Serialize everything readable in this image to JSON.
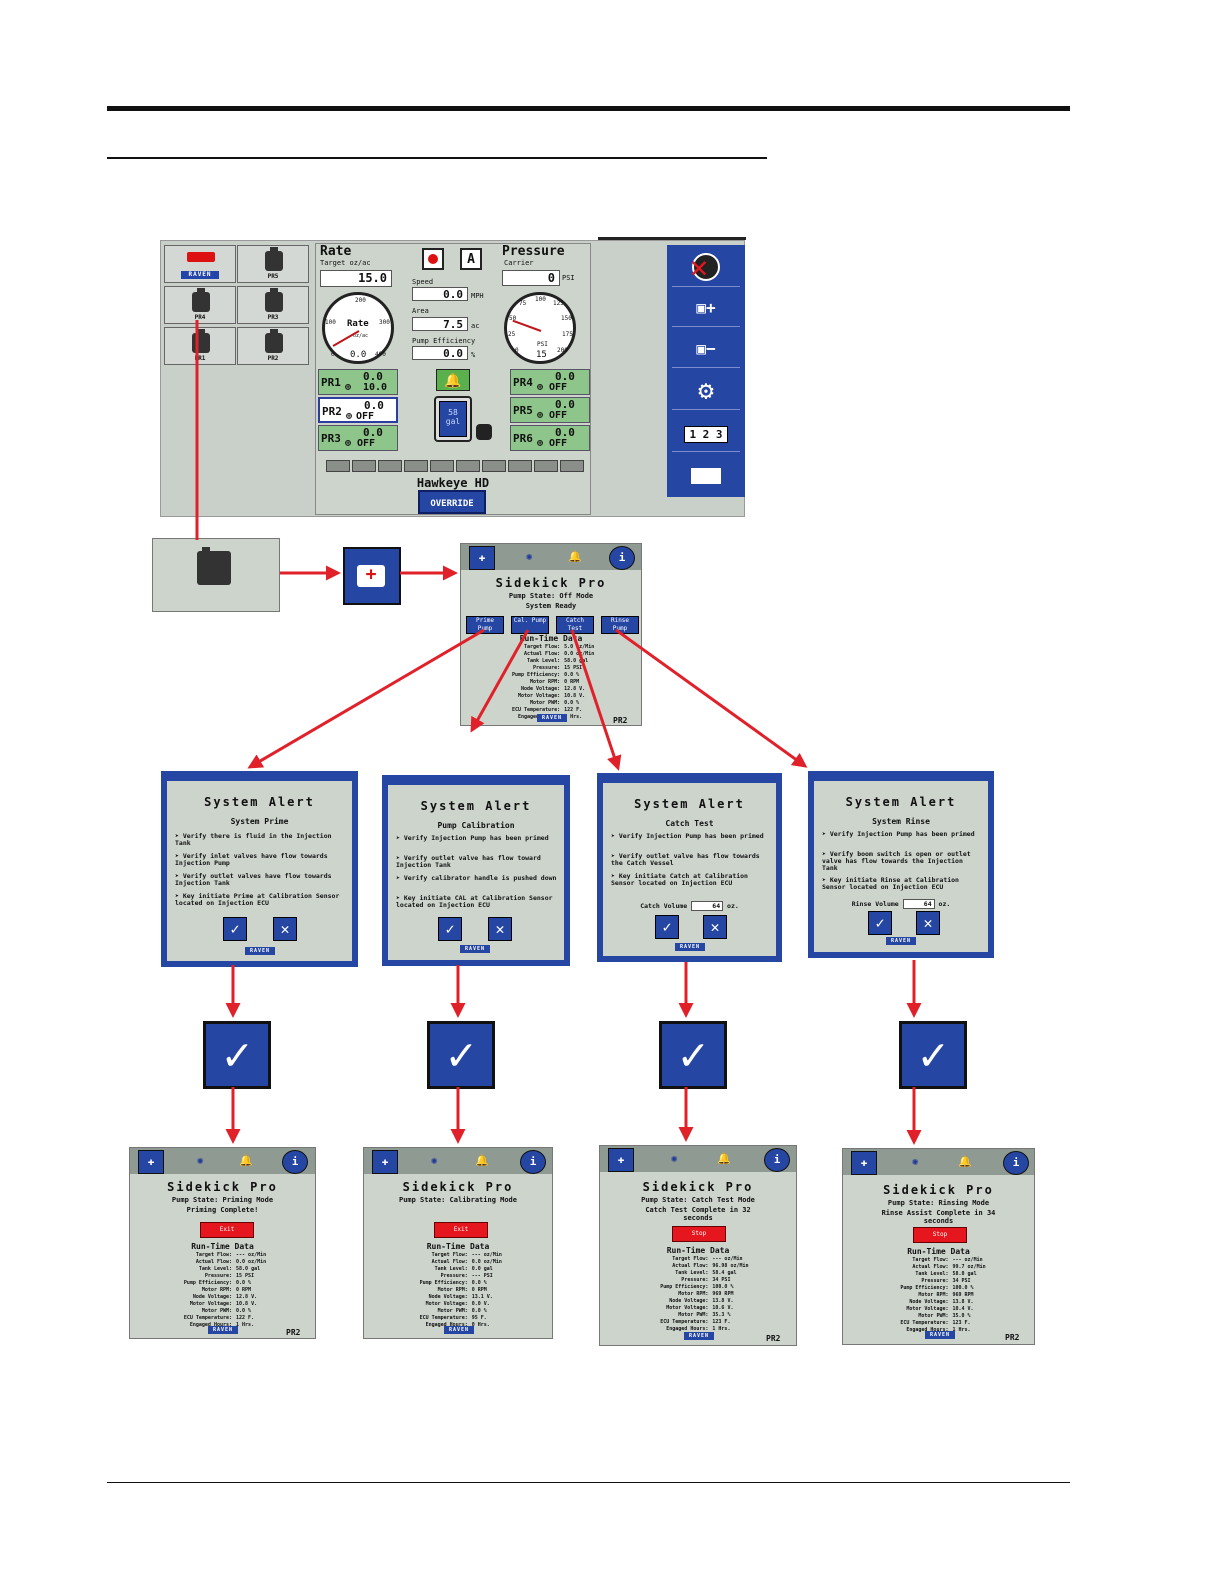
{
  "main_screen": {
    "products": [
      {
        "label": "RAVEN"
      },
      {
        "label": "PR5"
      },
      {
        "label": "PR4"
      },
      {
        "label": "PR3"
      },
      {
        "label": "PR1"
      },
      {
        "label": "PR2"
      }
    ],
    "rate": {
      "title": "Rate",
      "target_label": "Target  oz/ac",
      "target_value": "15.0",
      "gauge_ticks": [
        "100",
        "200",
        "300",
        "400",
        "0"
      ],
      "gauge_label": "Rate",
      "gauge_unit": "oz/ac",
      "gauge_value": "0.0"
    },
    "speed": {
      "label": "Speed",
      "value": "0.0",
      "unit": "MPH"
    },
    "area": {
      "label": "Area",
      "value": "7.5",
      "unit": "ac"
    },
    "pump_efficiency": {
      "label": "Pump Efficiency",
      "value": "0.0",
      "unit": "%"
    },
    "pressure": {
      "title": "Pressure",
      "carrier_label": "Carrier",
      "carrier_value": "0",
      "carrier_unit": "PSI",
      "gauge_ticks": [
        "75",
        "100",
        "125",
        "50",
        "150",
        "25",
        "175",
        "0",
        "200"
      ],
      "gauge_label": "PSI",
      "gauge_value": "15"
    },
    "channels": [
      {
        "name": "PR1",
        "rate": "0.0",
        "target": "10.0"
      },
      {
        "name": "PR2",
        "rate": "0.0",
        "target": "OFF"
      },
      {
        "name": "PR3",
        "rate": "0.0",
        "target": "OFF"
      },
      {
        "name": "PR4",
        "rate": "0.0",
        "target": "OFF"
      },
      {
        "name": "PR5",
        "rate": "0.0",
        "target": "OFF"
      },
      {
        "name": "PR6",
        "rate": "0.0",
        "target": "OFF"
      }
    ],
    "tank": {
      "volume": "58",
      "unit": "gal"
    },
    "machine_name": "Hawkeye HD",
    "override_label": "OVERRIDE",
    "side_menu": [
      "no-flow-icon",
      "pump-add-icon",
      "pump-remove-icon",
      "settings-gears-icon",
      "counter-icon",
      "nozzle-icon"
    ],
    "side_counter_text": "1 2 3"
  },
  "sidekick_home": {
    "title": "Sidekick Pro",
    "pump_state": "Pump State: Off Mode",
    "status": "System Ready",
    "buttons": [
      "Prime Pump",
      "Cal. Pump",
      "Catch Test",
      "Rinse Pump"
    ],
    "runtime_title": "Run-Time Data",
    "runtime": [
      [
        "Target Flow:",
        "5.0 oz/Min"
      ],
      [
        "Actual Flow:",
        "0.0 oz/Min"
      ],
      [
        "Tank Level:",
        "58.0 gal"
      ],
      [
        "Pressure:",
        "15 PSI"
      ],
      [
        "Pump Efficiency:",
        "0.0 %"
      ],
      [
        "Motor RPM:",
        "0 RPM"
      ],
      [
        "Node Voltage:",
        "12.8 V."
      ],
      [
        "Motor Voltage:",
        "10.8 V."
      ],
      [
        "Motor PWM:",
        "0.0 %"
      ],
      [
        "ECU Temperature:",
        "122 F."
      ],
      [
        "Engaged Hours:",
        "1 Hrs."
      ]
    ],
    "raven": "RAVEN",
    "pr_tag": "PR2"
  },
  "alerts": [
    {
      "title": "System Alert",
      "subtitle": "System Prime",
      "items": [
        "Verify there is fluid in the Injection Tank",
        "Verify inlet valves have flow towards Injection Pump",
        "Verify outlet valves have flow towards Injection Tank",
        "Key initiate Prime at Calibration Sensor located on Injection ECU"
      ],
      "raven": "RAVEN"
    },
    {
      "title": "System Alert",
      "subtitle": "Pump Calibration",
      "items": [
        "Verify Injection Pump has been primed",
        "Verify outlet valve has flow toward Injection Tank",
        "Verify calibrator handle is pushed down",
        "Key initiate CAL at Calibration Sensor located on Injection ECU"
      ],
      "raven": "RAVEN"
    },
    {
      "title": "System Alert",
      "subtitle": "Catch Test",
      "items": [
        "Verify Injection Pump has been primed",
        "Verify outlet valve has flow towards the Catch Vessel",
        "Key initiate Catch at Calibration Sensor located on Injection ECU"
      ],
      "volume_label": "Catch Volume",
      "volume_value": "64",
      "volume_unit": "oz.",
      "raven": "RAVEN"
    },
    {
      "title": "System Alert",
      "subtitle": "System Rinse",
      "items": [
        "Verify Injection Pump has been primed",
        "Verify boom switch is open or outlet valve has flow towards the Injection Tank",
        "Key initiate Rinse at Calibration Sensor located on Injection ECU"
      ],
      "volume_label": "Rinse Volume",
      "volume_value": "64",
      "volume_unit": "oz.",
      "raven": "RAVEN"
    }
  ],
  "results": [
    {
      "title": "Sidekick Pro",
      "pump_state": "Pump State: Priming Mode",
      "message": "Priming Complete!",
      "button": "Exit",
      "runtime_title": "Run-Time Data",
      "runtime": [
        [
          "Target Flow:",
          "--- oz/Min"
        ],
        [
          "Actual Flow:",
          "0.0 oz/Min"
        ],
        [
          "Tank Level:",
          "58.0 gal"
        ],
        [
          "Pressure:",
          "15 PSI"
        ],
        [
          "Pump Efficiency:",
          "0.0 %"
        ],
        [
          "Motor RPM:",
          "0 RPM"
        ],
        [
          "Node Voltage:",
          "12.8 V."
        ],
        [
          "Motor Voltage:",
          "10.8 V."
        ],
        [
          "Motor PWM:",
          "0.0 %"
        ],
        [
          "ECU Temperature:",
          "122 F."
        ],
        [
          "Engaged Hours:",
          "1 Hrs."
        ]
      ],
      "raven": "RAVEN",
      "pr_tag": "PR2"
    },
    {
      "title": "Sidekick Pro",
      "pump_state": "Pump State: Calibrating Mode",
      "message": "",
      "button": "Exit",
      "runtime_title": "Run-Time Data",
      "runtime": [
        [
          "Target Flow:",
          "--- oz/Min"
        ],
        [
          "Actual Flow:",
          "0.0 oz/Min"
        ],
        [
          "Tank Level:",
          "0.0 gal"
        ],
        [
          "Pressure:",
          "--- PSI"
        ],
        [
          "Pump Efficiency:",
          "0.0 %"
        ],
        [
          "Motor RPM:",
          "0 RPM"
        ],
        [
          "Node Voltage:",
          "13.1 V."
        ],
        [
          "Motor Voltage:",
          "0.0 V."
        ],
        [
          "Motor PWM:",
          "0.0 %"
        ],
        [
          "ECU Temperature:",
          "95 F."
        ],
        [
          "Engaged Hours:",
          "0 Hrs."
        ]
      ],
      "raven": "RAVEN",
      "pr_tag": ""
    },
    {
      "title": "Sidekick Pro",
      "pump_state": "Pump State: Catch Test Mode",
      "message": "Catch Test Complete in 32 seconds",
      "button": "Stop",
      "runtime_title": "Run-Time Data",
      "runtime": [
        [
          "Target Flow:",
          "--- oz/Min"
        ],
        [
          "Actual Flow:",
          "96.98 oz/Min"
        ],
        [
          "Tank Level:",
          "58.4 gal"
        ],
        [
          "Pressure:",
          "34 PSI"
        ],
        [
          "Pump Efficiency:",
          "100.0 %"
        ],
        [
          "Motor RPM:",
          "969 RPM"
        ],
        [
          "Node Voltage:",
          "13.8 V."
        ],
        [
          "Motor Voltage:",
          "10.6 V."
        ],
        [
          "Motor PWM:",
          "35.3 %"
        ],
        [
          "ECU Temperature:",
          "123 F."
        ],
        [
          "Engaged Hours:",
          "1 Hrs."
        ]
      ],
      "raven": "RAVEN",
      "pr_tag": "PR2"
    },
    {
      "title": "Sidekick Pro",
      "pump_state": "Pump State: Rinsing Mode",
      "message": "Rinse Assist Complete in 34 seconds",
      "button": "Stop",
      "runtime_title": "Run-Time Data",
      "runtime": [
        [
          "Target Flow:",
          "--- oz/Min"
        ],
        [
          "Actual Flow:",
          "99.7 oz/Min"
        ],
        [
          "Tank Level:",
          "58.0 gal"
        ],
        [
          "Pressure:",
          "34 PSI"
        ],
        [
          "Pump Efficiency:",
          "100.0 %"
        ],
        [
          "Motor RPM:",
          "969 RPM"
        ],
        [
          "Node Voltage:",
          "13.8 V."
        ],
        [
          "Motor Voltage:",
          "10.4 V."
        ],
        [
          "Motor PWM:",
          "35.0 %"
        ],
        [
          "ECU Temperature:",
          "123 F."
        ],
        [
          "Engaged Hours:",
          "1 Hrs."
        ]
      ],
      "raven": "RAVEN",
      "pr_tag": "PR2"
    }
  ],
  "colors": {
    "accent": "#2546a3",
    "arrow": "#e0212a",
    "panel": "#ccd4cc",
    "channel": "#8ec58a",
    "stop": "#e5161e"
  }
}
